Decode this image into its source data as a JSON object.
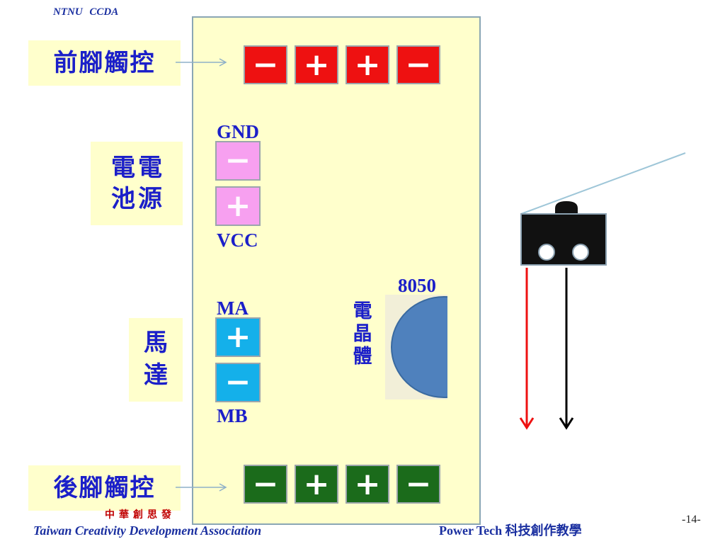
{
  "header": {
    "org": "NTNU   CCDA"
  },
  "labels": {
    "front_touch": "前腳觸控",
    "rear_touch": "後腳觸控",
    "power_col1": [
      "電",
      "池"
    ],
    "power_col2": [
      "電",
      "源"
    ],
    "motor": [
      "馬",
      "達"
    ],
    "transistor": [
      "電",
      "晶",
      "體"
    ]
  },
  "front_keys": [
    "−",
    "+",
    "+",
    "−"
  ],
  "rear_keys": [
    "−",
    "+",
    "+",
    "−"
  ],
  "power": {
    "gnd_label": "GND",
    "vcc_label": "VCC",
    "minus": "−",
    "plus": "+"
  },
  "motor_pins": {
    "ma_label": "MA",
    "mb_label": "MB",
    "plus": "+",
    "minus": "−"
  },
  "transistor_model": "8050",
  "footer": {
    "cn_org": "中華創思發",
    "en_org": "Taiwan Creativity Development  Association",
    "right": "Power Tech 科技創作教學",
    "page": "-14-"
  },
  "colors": {
    "text_blue": "#1b1fc9",
    "board": "#ffffcc",
    "front_key": "#ee1111",
    "rear_key": "#1b6b1b",
    "power_key": "#f7a0f0",
    "motor_key": "#14b0ea",
    "transistor": "#4f81bd",
    "wire_positive": "#ee1111",
    "wire_negative": "#000000"
  }
}
